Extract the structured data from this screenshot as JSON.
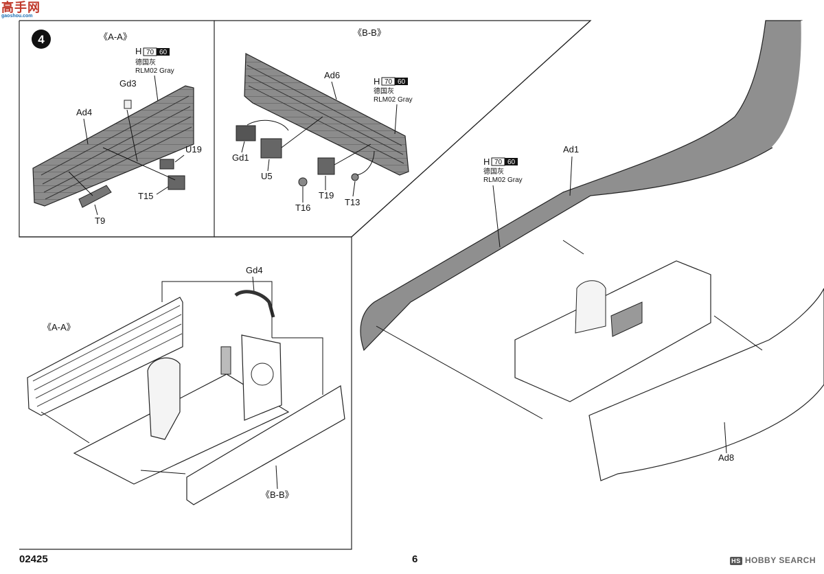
{
  "watermark": {
    "site_cn": "高手网",
    "site_url": "gaoshou.com"
  },
  "step": {
    "number": "4"
  },
  "panels": {
    "aa": {
      "section": "《A-A》",
      "paint": {
        "code": "H",
        "num1": "70",
        "num2": "60",
        "name_cn": "德国灰",
        "name_en": "RLM02 Gray"
      },
      "parts": {
        "gd3": "Gd3",
        "ad4": "Ad4",
        "u19": "U19",
        "t15": "T15",
        "t9": "T9"
      }
    },
    "bb": {
      "section": "《B-B》",
      "paint": {
        "code": "H",
        "num1": "70",
        "num2": "60",
        "name_cn": "德国灰",
        "name_en": "RLM02 Gray"
      },
      "parts": {
        "ad6": "Ad6",
        "gd1": "Gd1",
        "u5": "U5",
        "t16": "T16",
        "t19": "T19",
        "t13": "T13"
      }
    },
    "assembly": {
      "gd4": "Gd4",
      "label_aa": "《A-A》",
      "label_bb": "《B-B》"
    },
    "fuselage": {
      "paint": {
        "code": "H",
        "num1": "70",
        "num2": "60",
        "name_cn": "德国灰",
        "name_en": "RLM02 Gray"
      },
      "parts": {
        "ad1": "Ad1",
        "ad8": "Ad8"
      }
    }
  },
  "footer": {
    "code": "02425",
    "page": "6",
    "brand": "HOBBY SEARCH"
  },
  "colors": {
    "paint_gray": "#8a8a8a",
    "line": "#222222",
    "badge": "#111111"
  }
}
